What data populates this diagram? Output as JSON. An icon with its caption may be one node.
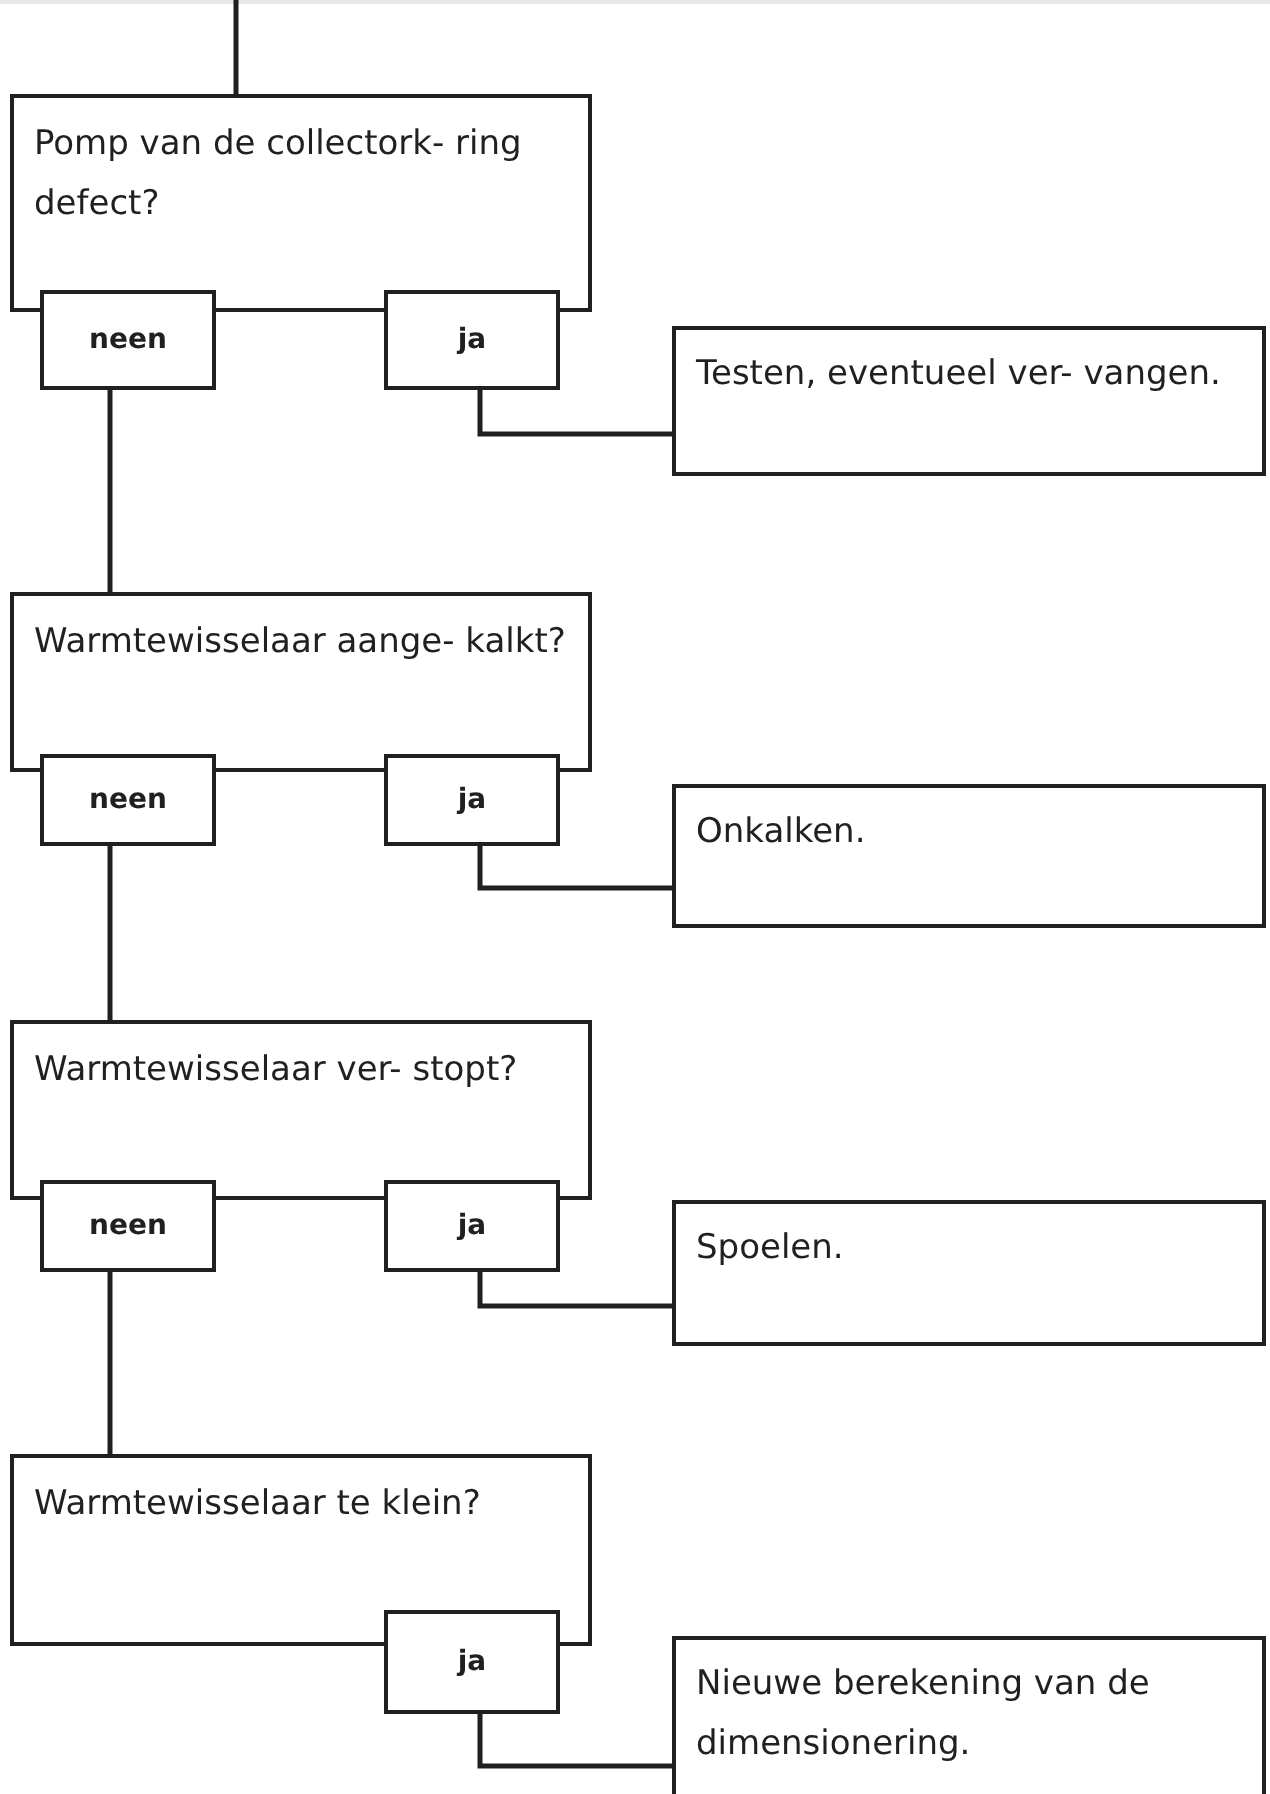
{
  "diagram": {
    "nodes": [
      {
        "text": [
          "Pomp van de collectork- ring defect?"
        ]
      },
      {
        "text": [
          "neen"
        ]
      },
      {
        "text": [
          "ja"
        ]
      },
      {
        "text": [
          "Testen, eventueel ver- vangen."
        ]
      },
      {
        "text": [
          "Warmtewisselaar aange- kalkt?"
        ]
      },
      {
        "text": [
          "neen"
        ]
      },
      {
        "text": [
          "ja"
        ]
      },
      {
        "text": [
          "Onkalken."
        ]
      },
      {
        "text": [
          "Warmtewisselaar ver- stopt?"
        ]
      },
      {
        "text": [
          "neen"
        ]
      },
      {
        "text": [
          "ja"
        ]
      },
      {
        "text": [
          "Spoelen."
        ]
      },
      {
        "text": [
          "Warmtewisselaar te klein?"
        ]
      },
      {
        "text": [
          "ja"
        ]
      },
      {
        "text": [
          "Nieuwe berekening van de dimensionering."
        ]
      }
    ],
    "edges": [
      {
        "from": null,
        "to": 0,
        "arrow": "none"
      },
      {
        "from": 2,
        "to": 3,
        "arrow": "none"
      },
      {
        "from": 1,
        "to": 4,
        "arrow": "none"
      },
      {
        "from": 6,
        "to": 7,
        "arrow": "none"
      },
      {
        "from": 5,
        "to": 8,
        "arrow": "none"
      },
      {
        "from": 10,
        "to": 11,
        "arrow": "none"
      },
      {
        "from": 9,
        "to": 12,
        "arrow": "none"
      },
      {
        "from": 13,
        "to": 14,
        "arrow": "none"
      }
    ]
  }
}
